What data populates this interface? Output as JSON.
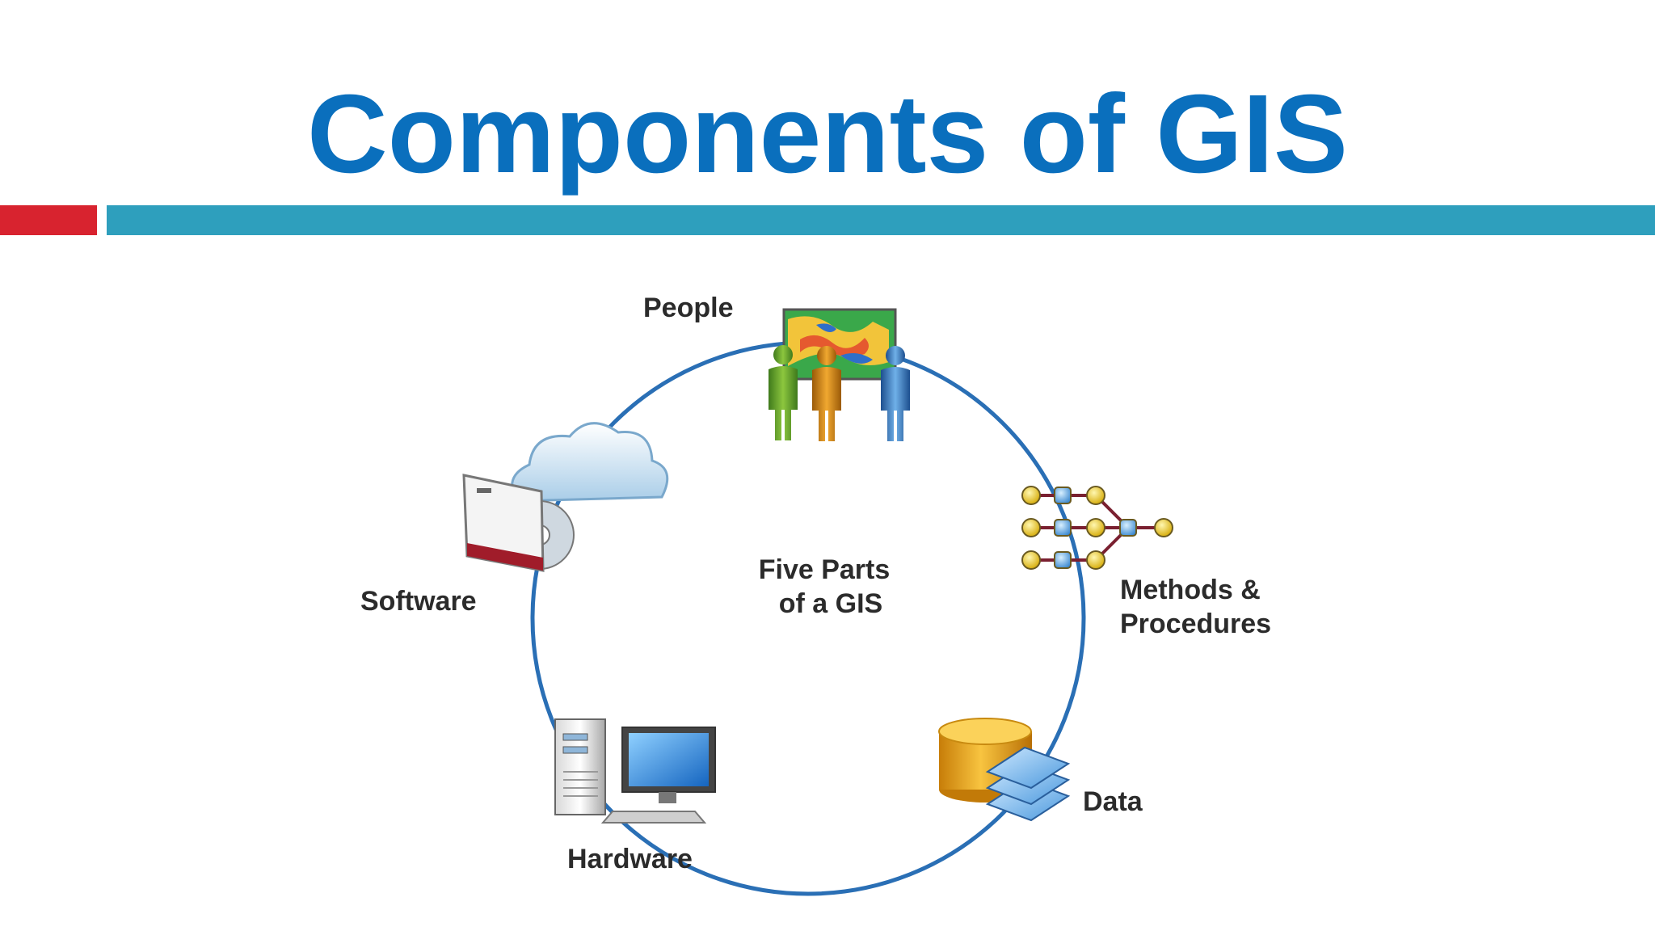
{
  "slide": {
    "title": "Components of GIS"
  },
  "diagram": {
    "center_lines": [
      "Five Parts",
      "of a GIS"
    ],
    "components": {
      "people": "People",
      "methods_lines": [
        "Methods &",
        "Procedures"
      ],
      "data": "Data",
      "hardware": "Hardware",
      "software": "Software"
    }
  },
  "colors": {
    "title": "#0a6fbd",
    "accent_red": "#d8232f",
    "accent_teal": "#2e9fbd",
    "ring": "#2a6fb5"
  }
}
